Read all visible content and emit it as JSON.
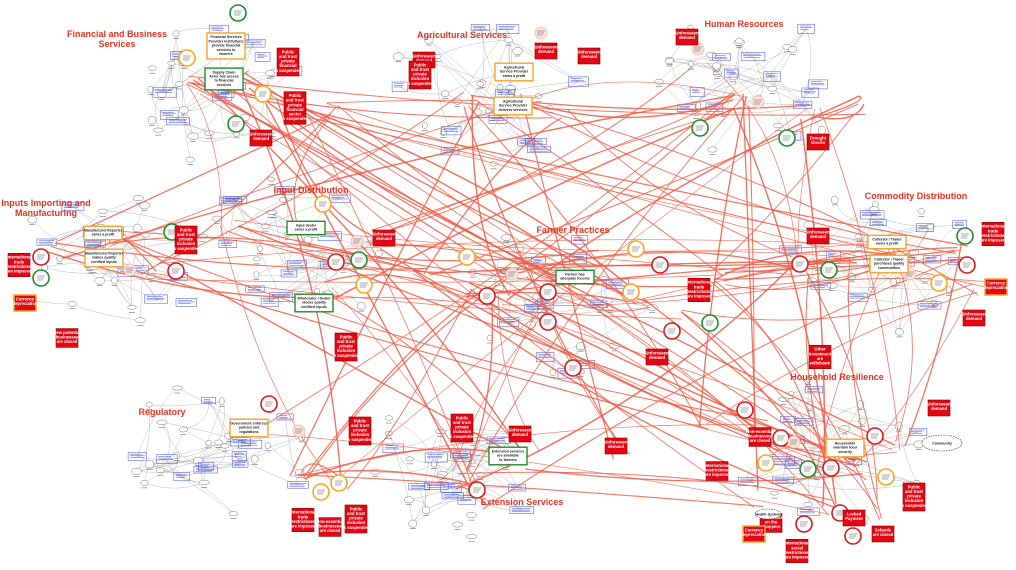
{
  "clusters": [
    {
      "title_lines": [
        "Financial and Business",
        "Services"
      ]
    },
    {
      "title_lines": [
        "Agricultural Services"
      ]
    },
    {
      "title_lines": [
        "Human Resources"
      ]
    },
    {
      "title_lines": [
        "Inputs Importing and",
        "Manufacturing"
      ]
    },
    {
      "title_lines": [
        "Input Distribution"
      ]
    },
    {
      "title_lines": [
        "Commodity Distribution"
      ]
    },
    {
      "title_lines": [
        "Farmer Practices"
      ]
    },
    {
      "title_lines": [
        "Regulatory"
      ]
    },
    {
      "title_lines": [
        "Household Resilience"
      ]
    },
    {
      "title_lines": [
        "Extension Services"
      ]
    }
  ],
  "red_boxes": [
    {
      "lines": [
        "Public",
        "and trust",
        "private",
        "financial",
        "sector",
        "is suspended"
      ]
    },
    {
      "lines": [
        "Public",
        "and trust",
        "private",
        "financial",
        "is suspended"
      ]
    },
    {
      "lines": [
        "Unforeseen",
        "demand"
      ]
    },
    {
      "lines": [
        "Unforeseen",
        "demand"
      ]
    },
    {
      "lines": [
        "Unforeseen",
        "demand"
      ]
    },
    {
      "lines": [
        "Unforeseen",
        "demand"
      ]
    },
    {
      "lines": [
        "Drought",
        "shocks"
      ]
    },
    {
      "lines": [
        "Public",
        "and trust",
        "private",
        "inclusion",
        "is suspended"
      ]
    },
    {
      "lines": [
        "International",
        "trade",
        "restrictions",
        "are imposed"
      ]
    },
    {
      "lines": [
        "Currency",
        "depreciation"
      ]
    },
    {
      "lines": [
        "New potential",
        "businesses",
        "are closed"
      ]
    },
    {
      "lines": [
        "Public",
        "and trust",
        "private",
        "inclusion",
        "is suspended"
      ]
    },
    {
      "lines": [
        "Unforeseen",
        "demand"
      ]
    },
    {
      "lines": [
        "Public",
        "and trust",
        "private",
        "inclusion",
        "is suspended"
      ]
    },
    {
      "lines": [
        "International",
        "trade",
        "restrictions",
        "are imposed"
      ]
    },
    {
      "lines": [
        "Unforeseen",
        "demand"
      ]
    },
    {
      "lines": [
        "Unforeseen",
        "demand"
      ]
    },
    {
      "lines": [
        "International",
        "trade",
        "restrictions",
        "are imposed"
      ]
    },
    {
      "lines": [
        "Currency",
        "depreciation"
      ]
    },
    {
      "lines": [
        "Unforeseen",
        "demand"
      ]
    },
    {
      "lines": [
        "Other",
        "investment",
        "are",
        "withdrawn"
      ]
    },
    {
      "lines": [
        "Unforeseen",
        "demand"
      ]
    },
    {
      "lines": [
        "Non-essential",
        "businesses",
        "are closed"
      ]
    },
    {
      "lines": [
        "International",
        "restrictions",
        "are imposed"
      ]
    },
    {
      "lines": [
        "Unforeseen",
        "demand"
      ]
    },
    {
      "lines": [
        "Public",
        "and trust",
        "private",
        "inclusion",
        "is suspended"
      ]
    },
    {
      "lines": [
        "Unforeseen",
        "demand"
      ]
    },
    {
      "lines": [
        "Public",
        "and trust",
        "private",
        "inclusion",
        "is suspended"
      ]
    },
    {
      "lines": [
        "International",
        "trade",
        "restrictions",
        "are imposed"
      ]
    },
    {
      "lines": [
        "Non-essential",
        "businesses",
        "are closed"
      ]
    },
    {
      "lines": [
        "Public",
        "and trust",
        "private",
        "inclusion",
        "is suspended"
      ]
    },
    {
      "lines": [
        "Food Waste",
        "on the",
        "shoppers"
      ]
    },
    {
      "lines": [
        "Currency",
        "depreciation"
      ]
    },
    {
      "lines": [
        "International",
        "social",
        "restrictions",
        "are imposed"
      ]
    },
    {
      "lines": [
        "Locked",
        "Payment"
      ]
    },
    {
      "lines": [
        "Schools",
        "are closed"
      ]
    },
    {
      "lines": [
        "Public",
        "and trust",
        "private",
        "inclusion",
        "is suspended"
      ]
    },
    {
      "lines": [
        "Unforeseen",
        "demand"
      ]
    }
  ],
  "key_nodes": [
    {
      "lines": [
        "Financial Services",
        "Provider institutions",
        "provide financial",
        "services to",
        "farmers"
      ]
    },
    {
      "lines": [
        "Supply Chain",
        "Actor has access",
        "to financial",
        "services"
      ]
    },
    {
      "lines": [
        "Agricultural",
        "Service Provider",
        "earns a profit"
      ]
    },
    {
      "lines": [
        "Agricultural",
        "Service Provider",
        "delivers services"
      ]
    },
    {
      "lines": [
        "Manufacturer/Importer",
        "earns a profit"
      ]
    },
    {
      "lines": [
        "Manufacturer/Importer",
        "makes quality",
        "certified inputs"
      ]
    },
    {
      "lines": [
        "Input dealer",
        "earns a profit"
      ]
    },
    {
      "lines": [
        "Wholesaler / Dealer",
        "stocks quality",
        "certified inputs"
      ]
    },
    {
      "lines": [
        "Farmer has",
        "adequate income"
      ]
    },
    {
      "lines": [
        "Collector / Trader",
        "earns a profit"
      ]
    },
    {
      "lines": [
        "Collector / Trader",
        "purchases quality",
        "commodities"
      ]
    },
    {
      "lines": [
        "Government enforces",
        "policies and",
        "regulations"
      ]
    },
    {
      "lines": [
        "Extension services",
        "are available",
        "to farmers"
      ]
    },
    {
      "lines": [
        "Households",
        "maintain food",
        "security"
      ]
    }
  ],
  "cloud_labels": [
    "Community",
    "Health System"
  ],
  "colors": {
    "background": "#ffffff",
    "title_red": "#e8321f",
    "shock_red": "#e30613",
    "shock_box_border": "#8a0000",
    "currency_box_border": "#f5a623",
    "link_red": "#ef5a45",
    "link_grey": "#b5b5b5",
    "node_grey": "#555555",
    "label_blue": "#3d4fd6",
    "circle_green": "#1e8c2e",
    "circle_orange": "#f5a623",
    "circle_red": "#d61a1a"
  }
}
